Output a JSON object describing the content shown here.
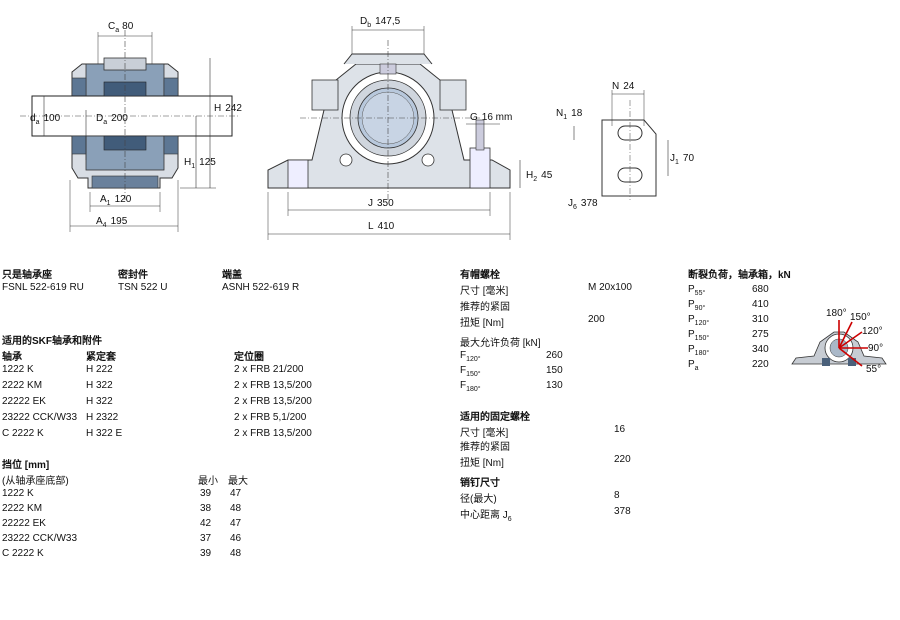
{
  "drawing": {
    "ca": "C",
    "ca_sub": "a",
    "ca_val": "80",
    "da": "d",
    "da_sub": "a",
    "da_val": "100",
    "Da": "D",
    "Da_sub": "a",
    "Da_val": "200",
    "H": "H",
    "H_val": "242",
    "H1": "H",
    "H1_sub": "1",
    "H1_val": "125",
    "A1": "A",
    "A1_sub": "1",
    "A1_val": "120",
    "A4": "A",
    "A4_sub": "4",
    "A4_val": "195",
    "Db": "D",
    "Db_sub": "b",
    "Db_val": "147,5",
    "G": "G",
    "G_val": "16 mm",
    "H2": "H",
    "H2_sub": "2",
    "H2_val": "45",
    "J": "J",
    "J_val": "350",
    "L": "L",
    "L_val": "410",
    "N": "N",
    "N_val": "24",
    "N1": "N",
    "N1_sub": "1",
    "N1_val": "18",
    "J1": "J",
    "J1_sub": "1",
    "J1_val": "70",
    "J6": "J",
    "J6_sub": "6",
    "J6_val": "378"
  },
  "housing": {
    "col1_title": "只是轴承座",
    "col1_value": "FSNL 522-619 RU",
    "col2_title": "密封件",
    "col2_value": "TSN 522 U",
    "col3_title": "端盖",
    "col3_value": "ASNH 522-619 R"
  },
  "accessories": {
    "title": "适用的SKF轴承和附件",
    "headers": [
      "轴承",
      "紧定套",
      "定位圈"
    ],
    "rows": [
      [
        "1222 K",
        "H 222",
        "2 x FRB 21/200"
      ],
      [
        "2222 KM",
        "H 322",
        "2 x FRB 13,5/200"
      ],
      [
        "22222 EK",
        "H 322",
        "2 x FRB 13,5/200"
      ],
      [
        "23222 CCK/W33",
        "H 2322",
        "2 x FRB 5,1/200"
      ],
      [
        "C 2222 K",
        "H 322 E",
        "2 x FRB 13,5/200"
      ]
    ]
  },
  "abutment": {
    "title": "挡位 [mm]",
    "subtitle": "(从轴承座底部)",
    "min_label": "最小",
    "max_label": "最大",
    "rows": [
      [
        "1222 K",
        "39",
        "47"
      ],
      [
        "2222 KM",
        "38",
        "48"
      ],
      [
        "22222 EK",
        "42",
        "47"
      ],
      [
        "23222 CCK/W33",
        "37",
        "46"
      ],
      [
        "C 2222 K",
        "39",
        "48"
      ]
    ]
  },
  "cap_bolts": {
    "title": "有帽螺栓",
    "size_label": "尺寸 [毫米]",
    "size_value": "M 20x100",
    "torque_label": "推荐的紧固",
    "torque_unit_label": "扭矩 [Nm]",
    "torque_value": "200",
    "load_title": "最大允许负荷 [kN]",
    "loads": [
      {
        "label": "F",
        "sub": "120°",
        "value": "260"
      },
      {
        "label": "F",
        "sub": "150°",
        "value": "150"
      },
      {
        "label": "F",
        "sub": "180°",
        "value": "130"
      }
    ]
  },
  "attach_bolts": {
    "title": "适用的固定螺栓",
    "size_label": "尺寸 [毫米]",
    "size_value": "16",
    "torque_label": "推荐的紧固",
    "torque_unit_label": "扭矩 [Nm]",
    "torque_value": "220"
  },
  "dowel": {
    "title": "销钉尺寸",
    "diameter_label": "径(最大)",
    "diameter_value": "8",
    "center_label": "中心距离 J",
    "center_sub": "6",
    "center_value": "378"
  },
  "breaking": {
    "title": "断裂负荷，轴承箱，kN",
    "rows": [
      {
        "label": "P",
        "sub": "55°",
        "value": "680"
      },
      {
        "label": "P",
        "sub": "90°",
        "value": "410"
      },
      {
        "label": "P",
        "sub": "120°",
        "value": "310"
      },
      {
        "label": "P",
        "sub": "150°",
        "value": "275"
      },
      {
        "label": "P",
        "sub": "180°",
        "value": "340"
      },
      {
        "label": "P",
        "sub": "a",
        "value": "220"
      }
    ],
    "angles": [
      "180°",
      "150°",
      "120°",
      "90°",
      "55°"
    ]
  }
}
